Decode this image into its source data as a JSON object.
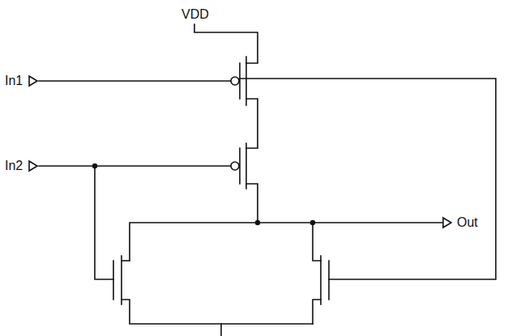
{
  "diagram": {
    "labels": [
      "VDD",
      "In1",
      "In2",
      "Out"
    ]
  }
}
